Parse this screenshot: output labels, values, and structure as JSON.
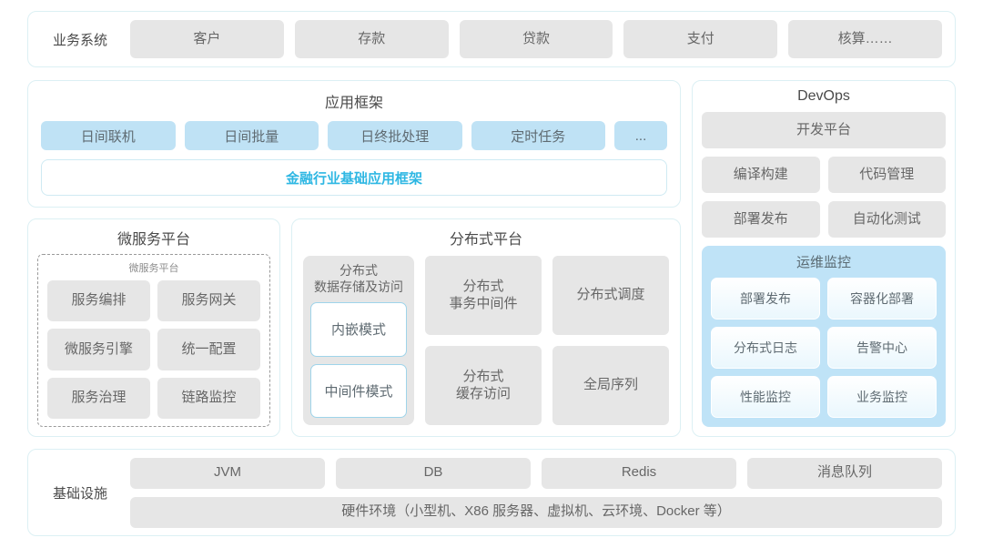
{
  "business_row": {
    "label": "业务系统",
    "items": [
      "客户",
      "存款",
      "贷款",
      "支付",
      "核算……"
    ]
  },
  "app_framework": {
    "title": "应用框架",
    "chips": [
      "日间联机",
      "日间批量",
      "日终批处理",
      "定时任务",
      "..."
    ],
    "band": "金融行业基础应用框架",
    "band_color": "#2eb7e3"
  },
  "microservice": {
    "title": "微服务平台",
    "inner_label": "微服务平台",
    "items": [
      "服务编排",
      "服务网关",
      "微服务引擎",
      "统一配置",
      "服务治理",
      "链路监控"
    ]
  },
  "distributed": {
    "title": "分布式平台",
    "col1": {
      "header_line1": "分布式",
      "header_line2": "数据存储及访问",
      "subitems": [
        "内嵌模式",
        "中间件模式"
      ]
    },
    "cells": [
      {
        "line1": "分布式",
        "line2": "事务中间件"
      },
      {
        "line1": "分布式调度",
        "line2": ""
      },
      {
        "line1": "分布式",
        "line2": "缓存访问"
      },
      {
        "line1": "全局序列",
        "line2": ""
      }
    ]
  },
  "devops": {
    "title": "DevOps",
    "platform": "开发平台",
    "grid": [
      "编译构建",
      "代码管理",
      "部署发布",
      "自动化测试"
    ],
    "ops": {
      "title": "运维监控",
      "items": [
        "部署发布",
        "容器化部署",
        "分布式日志",
        "告警中心",
        "性能监控",
        "业务监控"
      ]
    }
  },
  "infrastructure": {
    "label": "基础设施",
    "items": [
      "JVM",
      "DB",
      "Redis",
      "消息队列"
    ],
    "hardware": "硬件环境（小型机、X86 服务器、虚拟机、云环境、Docker 等）"
  },
  "theme": {
    "accent": "#2eb7e3",
    "chip_gray": "#e6e6e6",
    "chip_blue": "#bfe2f5",
    "panel_border": "#dcf0f4"
  }
}
